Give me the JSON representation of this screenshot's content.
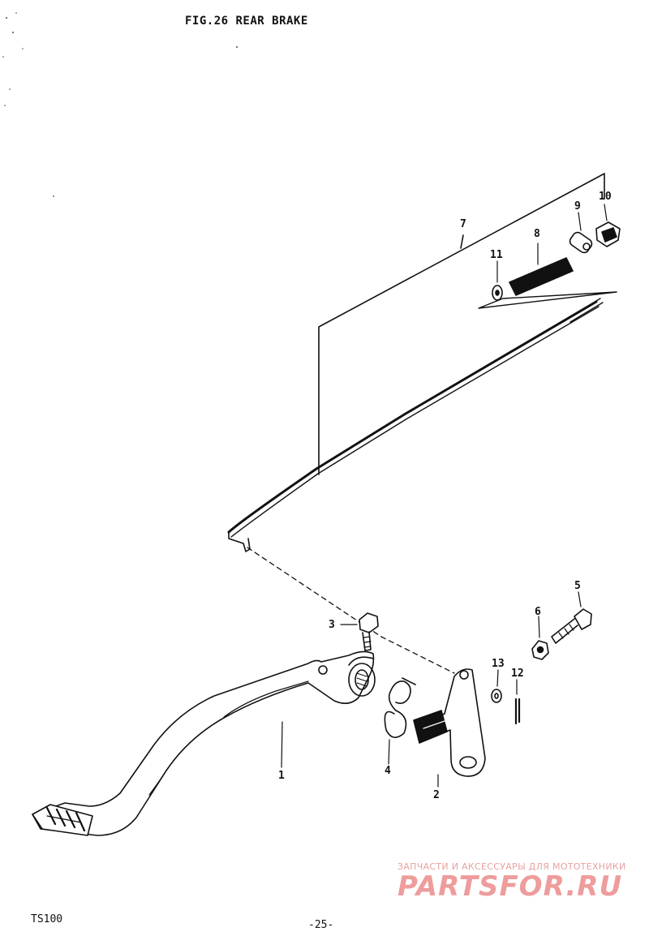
{
  "title": "FIG.26  REAR BRAKE",
  "callouts": [
    "1",
    "2",
    "3",
    "4",
    "5",
    "6",
    "7",
    "8",
    "9",
    "10",
    "11",
    "12",
    "13"
  ],
  "footer": {
    "model": "TS100",
    "page": "-25-"
  },
  "watermark": {
    "caption": "ЗАПЧАСТИ И АКСЕССУАРЫ ДЛЯ МОТОТЕХНИКИ",
    "logo": "PARTSFOR.RU",
    "color": "#ee9c9c"
  },
  "colors": {
    "ink": "#111111",
    "paper": "#ffffff"
  }
}
